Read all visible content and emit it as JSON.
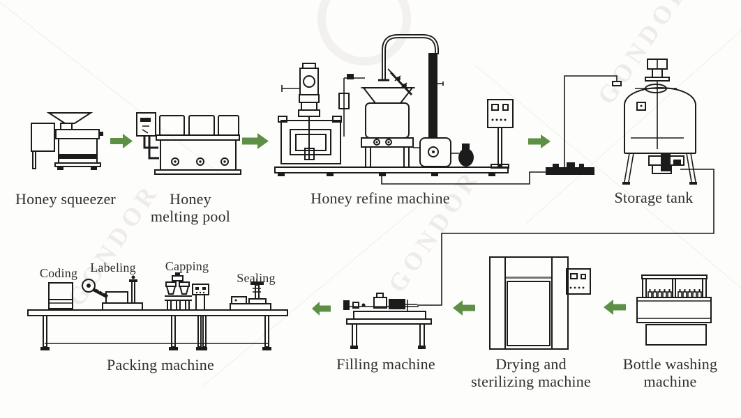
{
  "colors": {
    "background": "#fdfdfc",
    "line": "#1b1b1b",
    "arrow": "#5d9044",
    "text": "#2e2e2e",
    "watermark": "#edeae5"
  },
  "watermark": {
    "text": "GONDOR"
  },
  "labels": {
    "honey_squeezer": "Honey squeezer",
    "melting_pool_line1": "Honey",
    "melting_pool_line2": "melting pool",
    "refine_machine": "Honey refine machine",
    "storage_tank": "Storage tank",
    "bottle_washing_line1": "Bottle washing",
    "bottle_washing_line2": "machine",
    "drying_line1": "Drying and",
    "drying_line2": "sterilizing machine",
    "filling_machine": "Filling machine",
    "packing_machine": "Packing machine",
    "coding": "Coding",
    "labeling": "Labeling",
    "capping": "Capping",
    "sealing": "Sealing"
  }
}
